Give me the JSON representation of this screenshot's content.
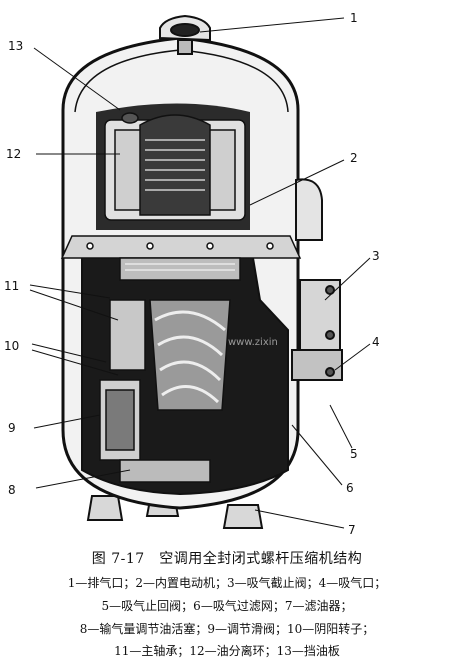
{
  "figure": {
    "callouts": [
      "1",
      "2",
      "3",
      "4",
      "5",
      "6",
      "7",
      "8",
      "9",
      "10",
      "11",
      "12",
      "13"
    ],
    "watermark": "www.zixin"
  },
  "caption": {
    "title": "图 7-17　空调用全封闭式螺杆压缩机结构",
    "line1": "1—排气口；2—内置电动机；3—吸气截止阀；4—吸气口；",
    "line2": "5—吸气止回阀；6—吸气过滤网；7—滤油器；",
    "line3": "8—输气量调节油活塞；9—调节滑阀；10—阴阳转子；",
    "line4": "11—主轴承；12—油分离环；13—挡油板"
  }
}
